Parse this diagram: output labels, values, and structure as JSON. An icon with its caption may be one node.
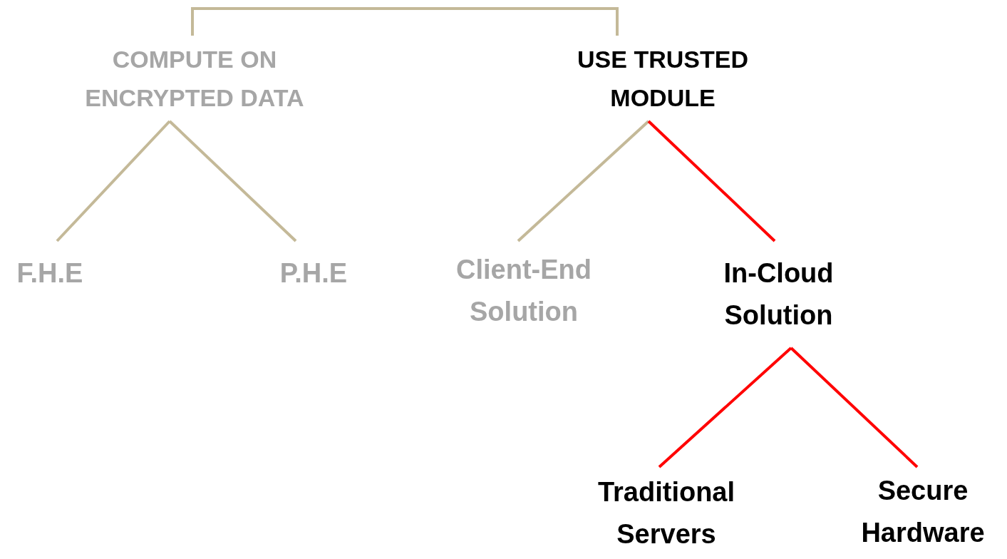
{
  "diagram": {
    "nodes": [
      {
        "text": [
          "COMPUTE ON ENCRYPTED DATA"
        ]
      },
      {
        "text": [
          "USE TRUSTED MODULE"
        ]
      },
      {
        "text": [
          "F.H.E"
        ]
      },
      {
        "text": [
          "P.H.E"
        ]
      },
      {
        "text": [
          "Client-End Solution"
        ]
      },
      {
        "text": [
          "In-Cloud Solution"
        ]
      },
      {
        "text": [
          "Traditional Servers"
        ]
      },
      {
        "text": [
          "Secure Hardware"
        ]
      }
    ],
    "edges": [
      {
        "from": 0,
        "to": 1,
        "arrow": "none"
      },
      {
        "from": 0,
        "to": 2,
        "arrow": "none"
      },
      {
        "from": 0,
        "to": 3,
        "arrow": "none"
      },
      {
        "from": 1,
        "to": 4,
        "arrow": "none"
      },
      {
        "from": 1,
        "to": 5,
        "arrow": "none",
        "color": "#ff0000"
      },
      {
        "from": 5,
        "to": 6,
        "arrow": "none",
        "color": "#ff0000"
      },
      {
        "from": 5,
        "to": 7,
        "arrow": "none",
        "color": "#ff0000"
      }
    ]
  }
}
